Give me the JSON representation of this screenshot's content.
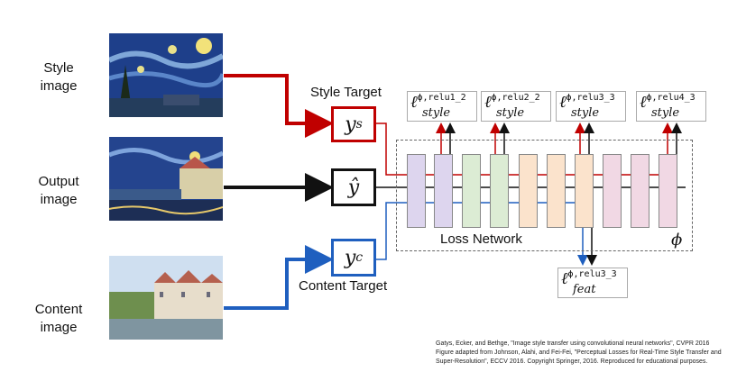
{
  "rows": [
    {
      "label": "Style\nimage"
    },
    {
      "label": "Output\nimage"
    },
    {
      "label": "Content\nimage"
    }
  ],
  "boxes": {
    "style": {
      "var": "y",
      "sub": "s"
    },
    "output": {
      "var": "ŷ"
    },
    "content": {
      "var": "y",
      "sub": "c"
    }
  },
  "tags": {
    "style_target": "Style Target",
    "content_target": "Content Target",
    "loss_network": "Loss Network",
    "phi": "ϕ"
  },
  "losses": [
    {
      "sup": "ϕ,relu1_2",
      "sub": "style"
    },
    {
      "sup": "ϕ,relu2_2",
      "sub": "style"
    },
    {
      "sup": "ϕ,relu3_3",
      "sub": "style"
    },
    {
      "sup": "ϕ,relu4_3",
      "sub": "style"
    },
    {
      "sup": "ϕ,relu3_3",
      "sub": "feat"
    }
  ],
  "caption": "Gatys, Ecker, and Bethge, \"Image style transfer using convolutional neural networks\", CVPR 2016\nFigure adapted from Johnson, Alahi, and Fei-Fei, \"Perceptual Losses for Real-Time Style Transfer and\nSuper-Resolution\", ECCV 2016. Copyright Springer, 2016. Reproduced for educational purposes.",
  "colors": {
    "style": "#c00000",
    "content": "#1f5fbf",
    "output": "#111111",
    "layer_purple": "#ddd5ee",
    "layer_green": "#dcecd4",
    "layer_orange": "#fbe3cc",
    "layer_pink": "#f1d8e4"
  }
}
